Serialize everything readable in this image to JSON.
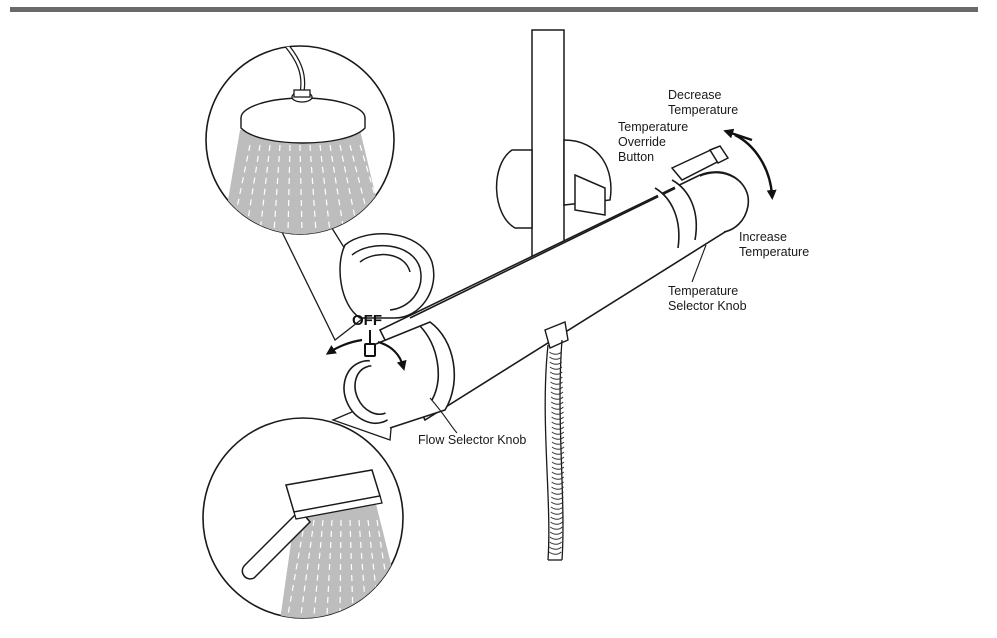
{
  "labels": {
    "decrease_temperature": [
      "Decrease",
      "Temperature"
    ],
    "override_button": [
      "Temperature",
      "Override",
      "Button"
    ],
    "increase_temperature": [
      "Increase",
      "Temperature"
    ],
    "temperature_selector_knob": [
      "Temperature",
      "Selector Knob"
    ],
    "flow_selector_knob": "Flow Selector Knob",
    "off": "OFF"
  },
  "colors": {
    "rule": "#6a6a6a",
    "line": "#1a1a1a",
    "spray": "#bdbdbd"
  },
  "icons": {
    "overhead_shower": "overhead-shower-icon",
    "handheld_shower": "handheld-shower-icon",
    "rotation_arrows": "rotation-arrow-icon"
  }
}
